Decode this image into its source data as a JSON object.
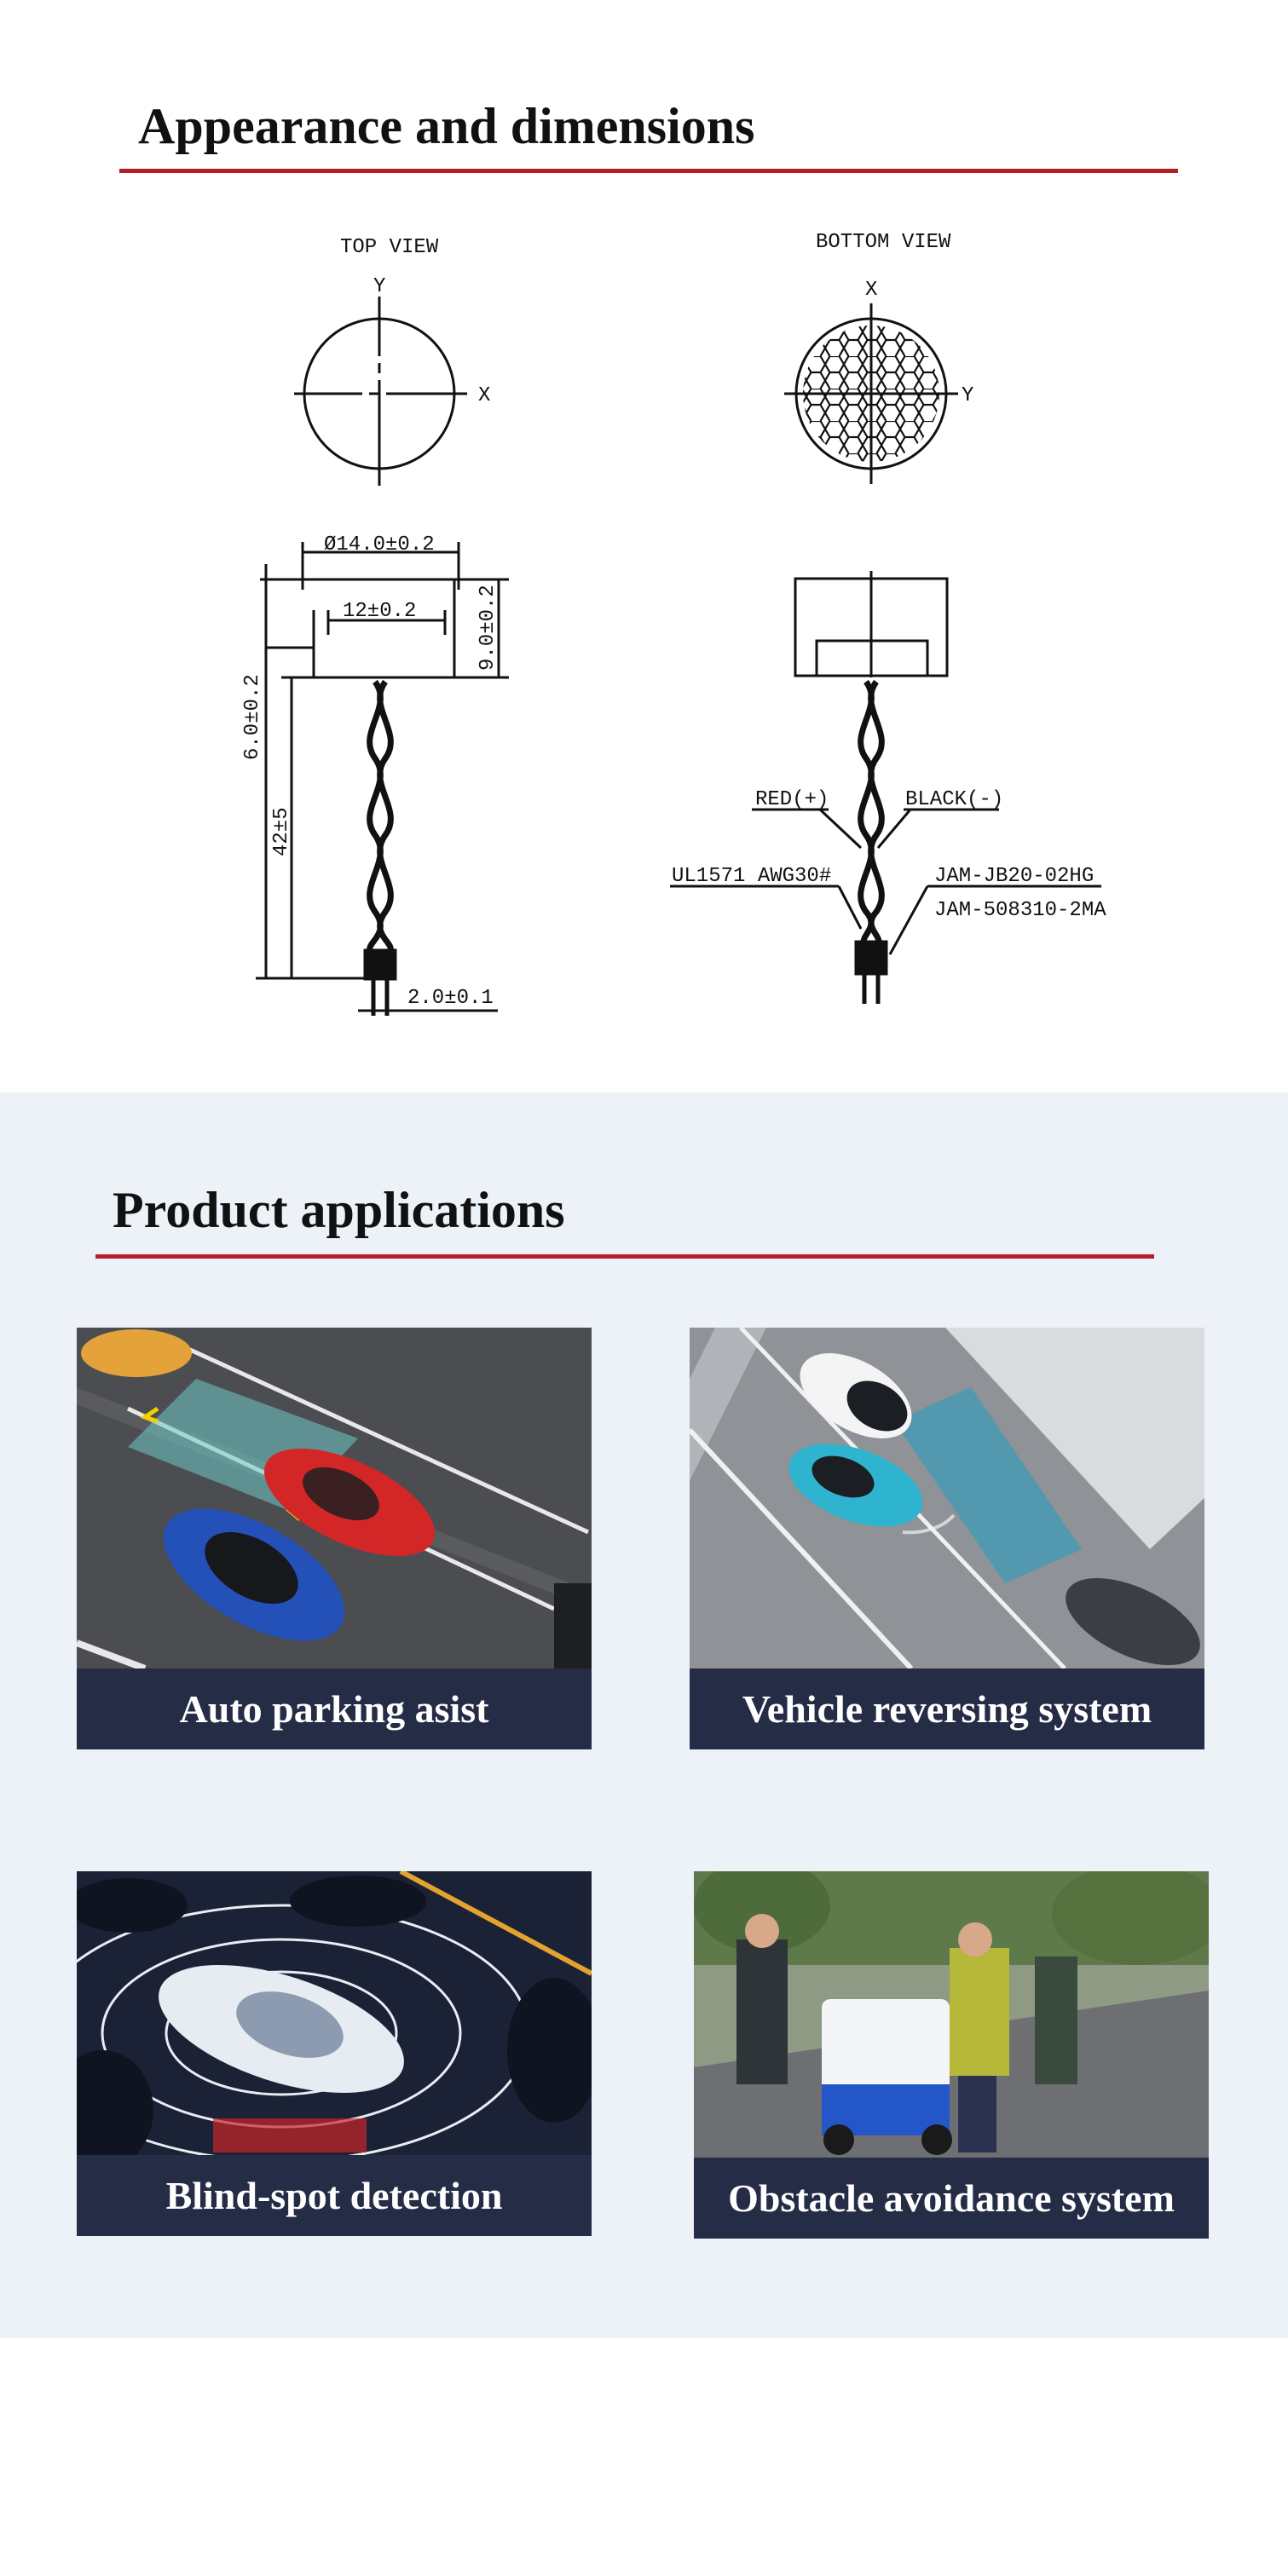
{
  "dimensions": {
    "title": "Appearance and dimensions",
    "top_view_label": "TOP VIEW",
    "bottom_view_label": "BOTTOM VIEW",
    "axis_x": "X",
    "axis_y": "Y",
    "dim_outer_diameter": "Ø14.0±0.2",
    "dim_inner_diameter": "12±0.2",
    "dim_body_height": "9.0±0.2",
    "dim_step_height": "6.0±0.2",
    "dim_lead_length": "42±5",
    "dim_pin_pitch": "2.0±0.1",
    "wire_red": "RED(+)",
    "wire_black": "BLACK(-)",
    "wire_spec": "UL1571 AWG30#",
    "connector_1": "JAM-JB20-02HG",
    "connector_2": "JAM-508310-2MA",
    "colors": {
      "rule": "#b3202a",
      "ink": "#111111"
    }
  },
  "applications": {
    "title": "Product applications",
    "items": [
      {
        "caption": "Auto parking asist"
      },
      {
        "caption": "Vehicle reversing system"
      },
      {
        "caption": "Blind-spot detection"
      },
      {
        "caption": "Obstacle avoidance system"
      }
    ],
    "colors": {
      "section_bg": "#edf2f8",
      "caption_bg": "#252c45",
      "caption_text": "#ffffff"
    }
  }
}
